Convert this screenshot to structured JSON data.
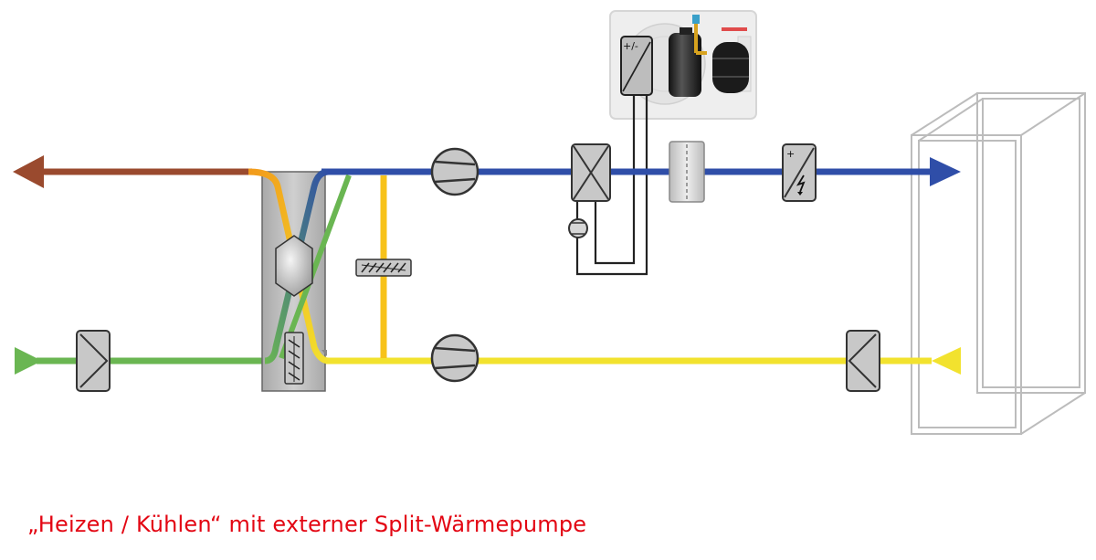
{
  "caption": "„Heizen / Kühlen“ mit externer Split-Wärmepumpe",
  "unit_label": "+/-",
  "heater_label": "+",
  "colors": {
    "supply_air": "#2f4ea8",
    "exhaust_air": "#9a4a2e",
    "outdoor_air": "#6ab652",
    "extract_air": "#f2e22e",
    "bypass": "#f7c21a",
    "caption": "#e30613",
    "component_fill": "#bdbdbd",
    "component_stroke": "#333333"
  },
  "components": {
    "fans": [
      "supply-air-fan",
      "extract-air-fan"
    ],
    "filters": [
      "outdoor-air-filter",
      "extract-air-filter"
    ],
    "heat_recovery": "plate-heat-exchanger",
    "coil": "dx-coil",
    "heater": "electric-reheater",
    "outdoor_unit": "split-heat-pump-outdoor-unit",
    "cabinet": "server-cabinet"
  }
}
